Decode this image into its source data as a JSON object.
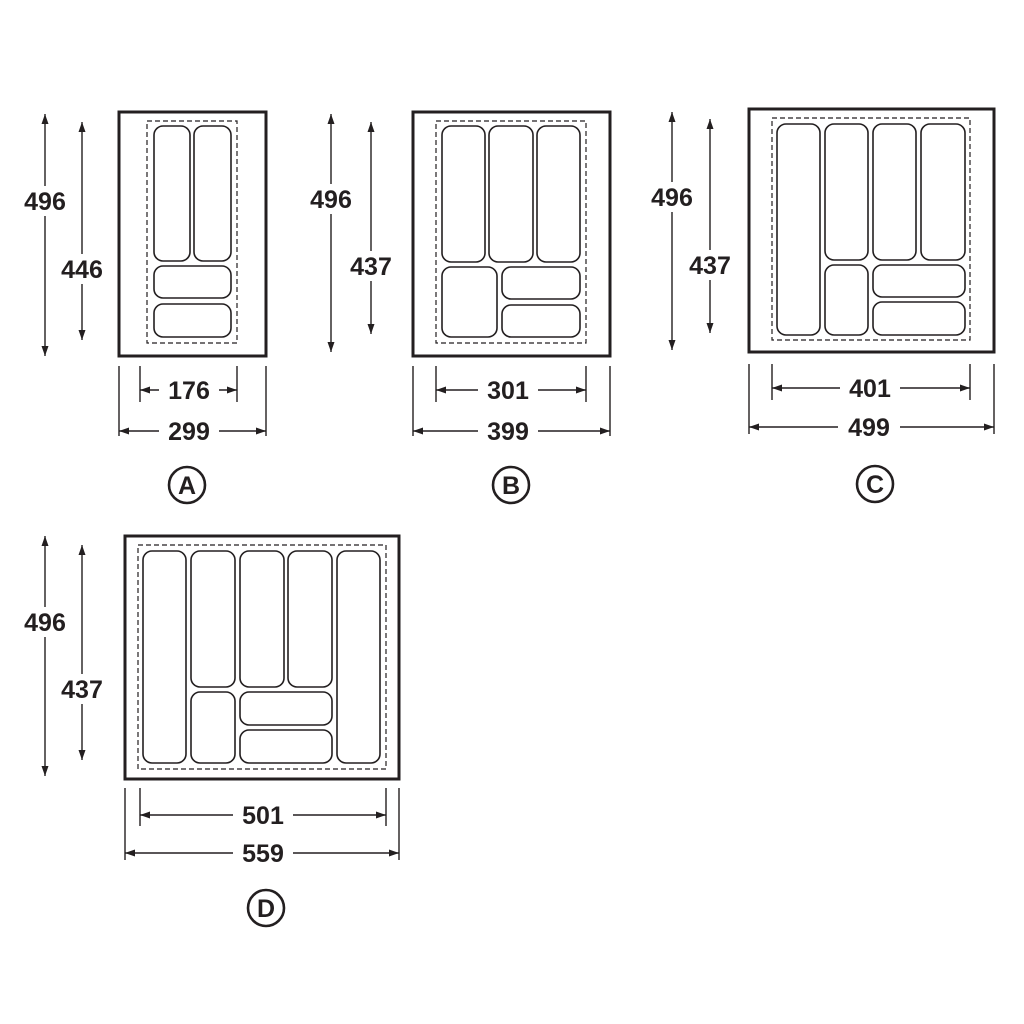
{
  "colors": {
    "ink": "#231f20",
    "background": "#ffffff"
  },
  "inserts": [
    {
      "label": "A",
      "outer_height": "496",
      "inner_height": "446",
      "inner_width": "176",
      "outer_width": "299"
    },
    {
      "label": "B",
      "outer_height": "496",
      "inner_height": "437",
      "inner_width": "301",
      "outer_width": "399"
    },
    {
      "label": "C",
      "outer_height": "496",
      "inner_height": "437",
      "inner_width": "401",
      "outer_width": "499"
    },
    {
      "label": "D",
      "outer_height": "496",
      "inner_height": "437",
      "inner_width": "501",
      "outer_width": "559"
    }
  ]
}
